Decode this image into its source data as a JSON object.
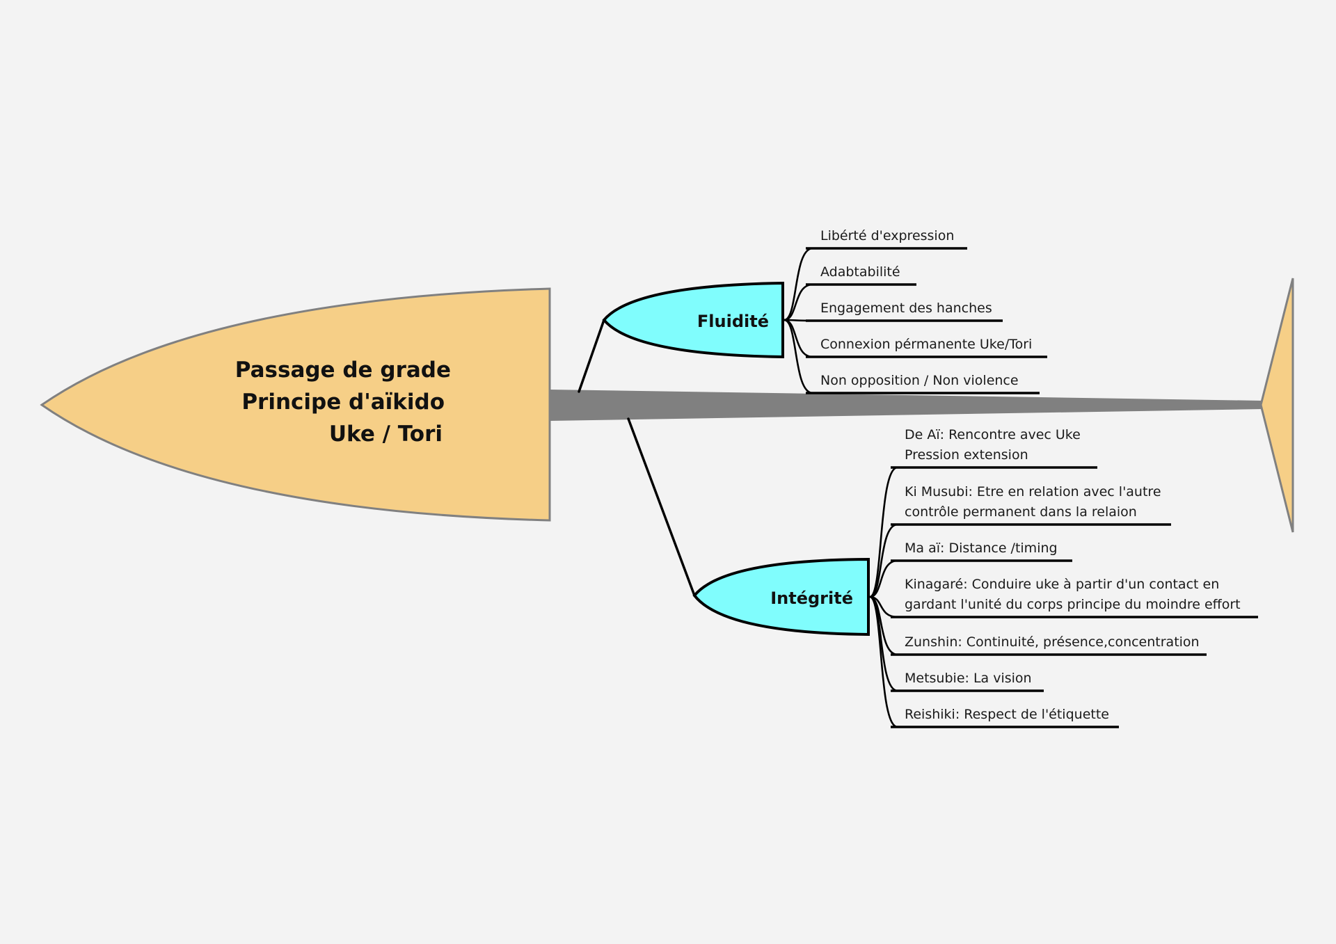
{
  "colors": {
    "background": "#f3f3f3",
    "central_fill": "#f6cf87",
    "central_stroke": "#808080",
    "spine": "#808080",
    "branch_fill": "#80fdfd",
    "line": "#000000"
  },
  "central": {
    "lines": [
      "Passage de grade",
      "Principe d'aïkido",
      "Uke / Tori"
    ]
  },
  "branches": [
    {
      "label": "Fluidité",
      "items": [
        [
          "Libérté d'expression"
        ],
        [
          "Adabtabilité"
        ],
        [
          "Engagement des hanches"
        ],
        [
          "Connexion pérmanente Uke/Tori"
        ],
        [
          "Non opposition / Non violence"
        ]
      ]
    },
    {
      "label": "Intégrité",
      "items": [
        [
          "De Aï: Rencontre avec Uke",
          "Pression extension"
        ],
        [
          "Ki Musubi: Etre en relation avec l'autre",
          "contrôle permanent dans la relaion"
        ],
        [
          "Ma aï: Distance /timing"
        ],
        [
          "Kinagaré: Conduire uke à partir d'un contact en",
          "gardant l'unité du corps principe du moindre effort"
        ],
        [
          "Zunshin: Continuité, présence,concentration"
        ],
        [
          "Metsubie: La vision"
        ],
        [
          "Reishiki: Respect de l'étiquette"
        ]
      ]
    }
  ]
}
